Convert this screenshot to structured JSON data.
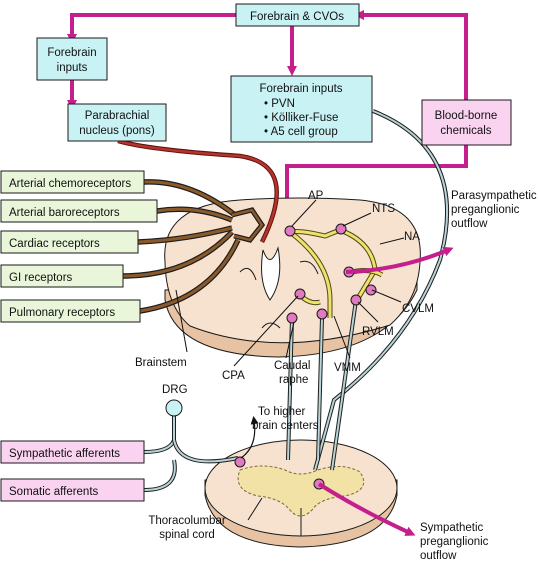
{
  "colors": {
    "cyan_box": "#c9f2f4",
    "pink_box": "#f9d3f0",
    "green_box": "#e9f6d9",
    "magenta_arrow": "#c41f8c",
    "tissue": "#f7e2cf",
    "tissue_edge": "#e7c3a3",
    "brown_fiber": "#8b5a2b",
    "yellow_fiber": "#f1e06a",
    "teal_fiber": "#b8d4d6",
    "red_fiber": "#b7332b",
    "neuron_soma": "#e27ac2"
  },
  "boxes": {
    "forebrain_cvos": "Forebrain & CVOs",
    "forebrain_inputs_left": [
      "Forebrain",
      "inputs"
    ],
    "parabrachial": [
      "Parabrachial",
      "nucleus (pons)"
    ],
    "forebrain_inputs_center": {
      "title": "Forebrain inputs",
      "items": [
        "PVN",
        "Kölliker-Fuse",
        "A5 cell group"
      ]
    },
    "blood_borne": [
      "Blood-borne",
      "chemicals"
    ],
    "arterial_chemo": "Arterial chemoreceptors",
    "arterial_baro": "Arterial baroreceptors",
    "cardiac": "Cardiac receptors",
    "gi": "GI receptors",
    "pulmonary": "Pulmonary receptors",
    "sympathetic_afferents": "Sympathetic afferents",
    "somatic_afferents": "Somatic afferents"
  },
  "labels": {
    "ap": "AP",
    "nts": "NTS",
    "na": "NA",
    "cvlm": "CVLM",
    "rvlm": "RVLM",
    "vmm": "VMM",
    "caudal_raphe": [
      "Caudal",
      "raphe"
    ],
    "cpa": "CPA",
    "brainstem": "Brainstem",
    "drg": "DRG",
    "to_higher": [
      "To higher",
      "brain centers"
    ],
    "spinal_cord": [
      "Thoracolumbar",
      "spinal cord"
    ],
    "parasympathetic_outflow": [
      "Parasympathetic",
      "preganglionic",
      "outflow"
    ],
    "sympathetic_outflow": [
      "Sympathetic",
      "preganglionic",
      "outflow"
    ]
  }
}
